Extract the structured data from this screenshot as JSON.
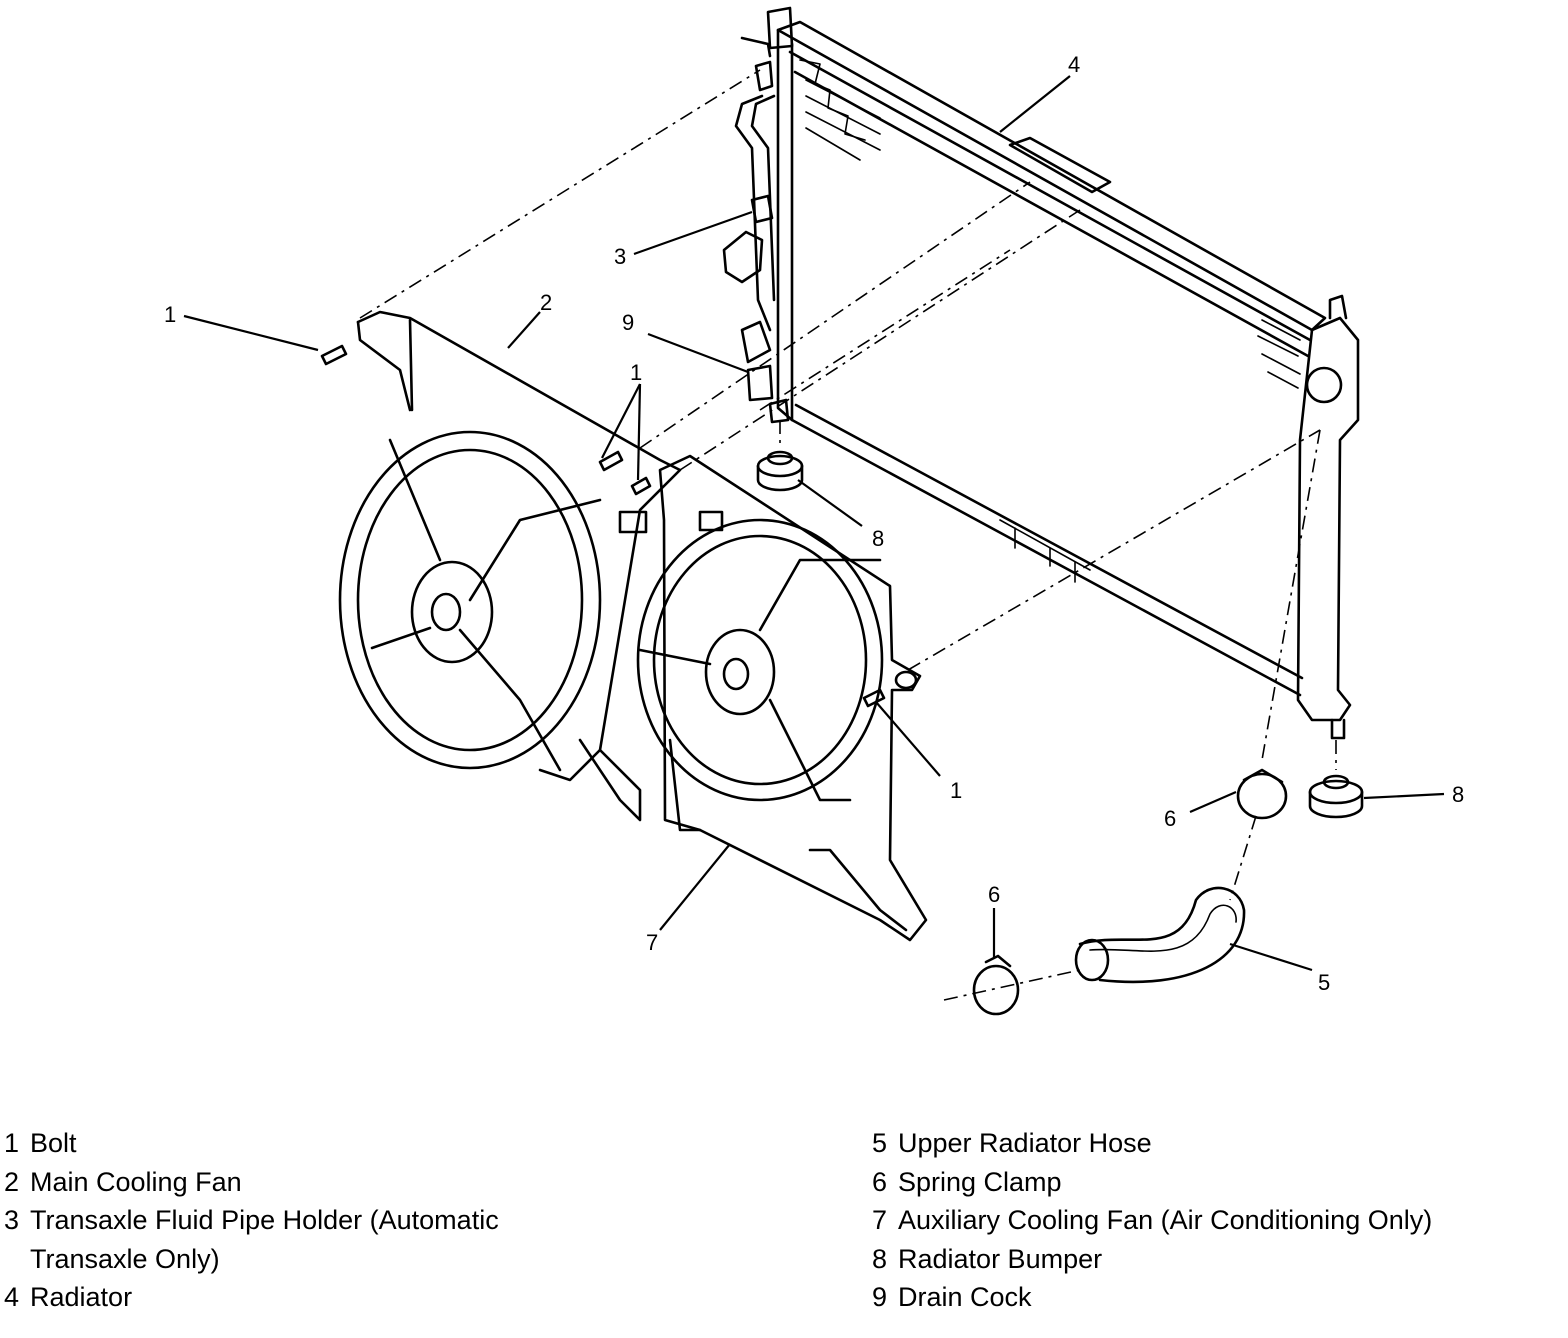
{
  "callouts": [
    {
      "id": "c1a",
      "text": "1"
    },
    {
      "id": "c2",
      "text": "2"
    },
    {
      "id": "c3",
      "text": "3"
    },
    {
      "id": "c4",
      "text": "4"
    },
    {
      "id": "c9",
      "text": "9"
    },
    {
      "id": "c1b",
      "text": "1"
    },
    {
      "id": "c8a",
      "text": "8"
    },
    {
      "id": "c1c",
      "text": "1"
    },
    {
      "id": "c8b",
      "text": "8"
    },
    {
      "id": "c6a",
      "text": "6"
    },
    {
      "id": "c6b",
      "text": "6"
    },
    {
      "id": "c7",
      "text": "7"
    },
    {
      "id": "c5",
      "text": "5"
    }
  ],
  "legend": {
    "left": [
      {
        "num": "1",
        "label": "Bolt"
      },
      {
        "num": "2",
        "label": "Main Cooling Fan"
      },
      {
        "num": "3",
        "label": "Transaxle Fluid Pipe Holder (Automatic",
        "cont": "Transaxle Only)"
      },
      {
        "num": "4",
        "label": "Radiator"
      }
    ],
    "right": [
      {
        "num": "5",
        "label": "Upper Radiator Hose"
      },
      {
        "num": "6",
        "label": "Spring Clamp"
      },
      {
        "num": "7",
        "label": "Auxiliary Cooling Fan (Air Conditioning Only)"
      },
      {
        "num": "8",
        "label": "Radiator Bumper"
      },
      {
        "num": "9",
        "label": "Drain Cock"
      }
    ]
  }
}
